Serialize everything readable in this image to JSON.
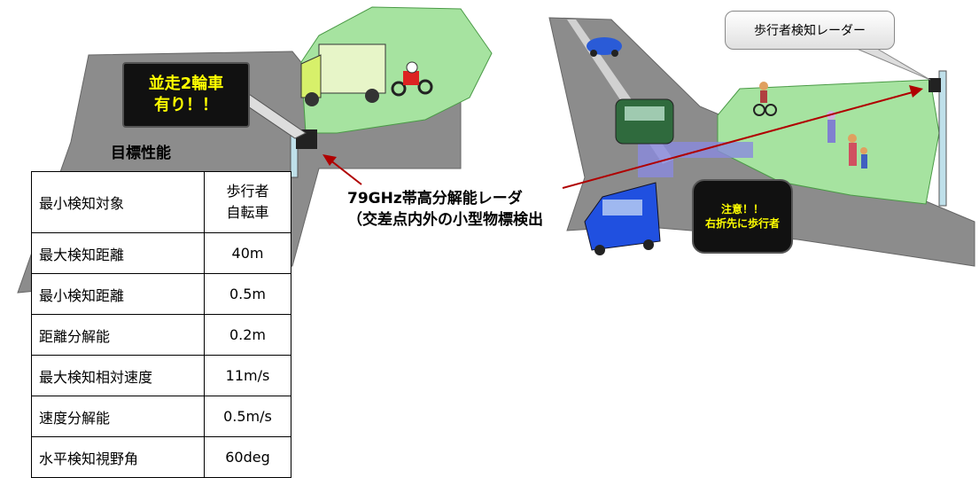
{
  "sign_left": {
    "line1": "並走2輪車",
    "line2": "有り！！"
  },
  "sign_right": {
    "line1": "注意！！",
    "line2": "右折先に歩行者"
  },
  "callout": {
    "text": "歩行者検知レーダー"
  },
  "radar_label": {
    "line1": "79GHz帯高分解能レーダ",
    "line2": "（交差点内外の小型物標検出"
  },
  "table": {
    "title": "目標性能",
    "rows": [
      {
        "name": "最小検知対象",
        "value_lines": [
          "歩行者",
          "自転車"
        ]
      },
      {
        "name": "最大検知距離",
        "value": "40m"
      },
      {
        "name": "最小検知距離",
        "value": "0.5m"
      },
      {
        "name": "距離分解能",
        "value": "0.2m"
      },
      {
        "name": "最大検知相対速度",
        "value": "11m/s"
      },
      {
        "name": "速度分解能",
        "value": "0.5m/s"
      },
      {
        "name": "水平検知視野角",
        "value": "60deg"
      }
    ]
  },
  "colors": {
    "road": "#8c8c8c",
    "grass": "#a6e3a0",
    "arrow": "#b00000",
    "sign_text": "#ffff00"
  }
}
